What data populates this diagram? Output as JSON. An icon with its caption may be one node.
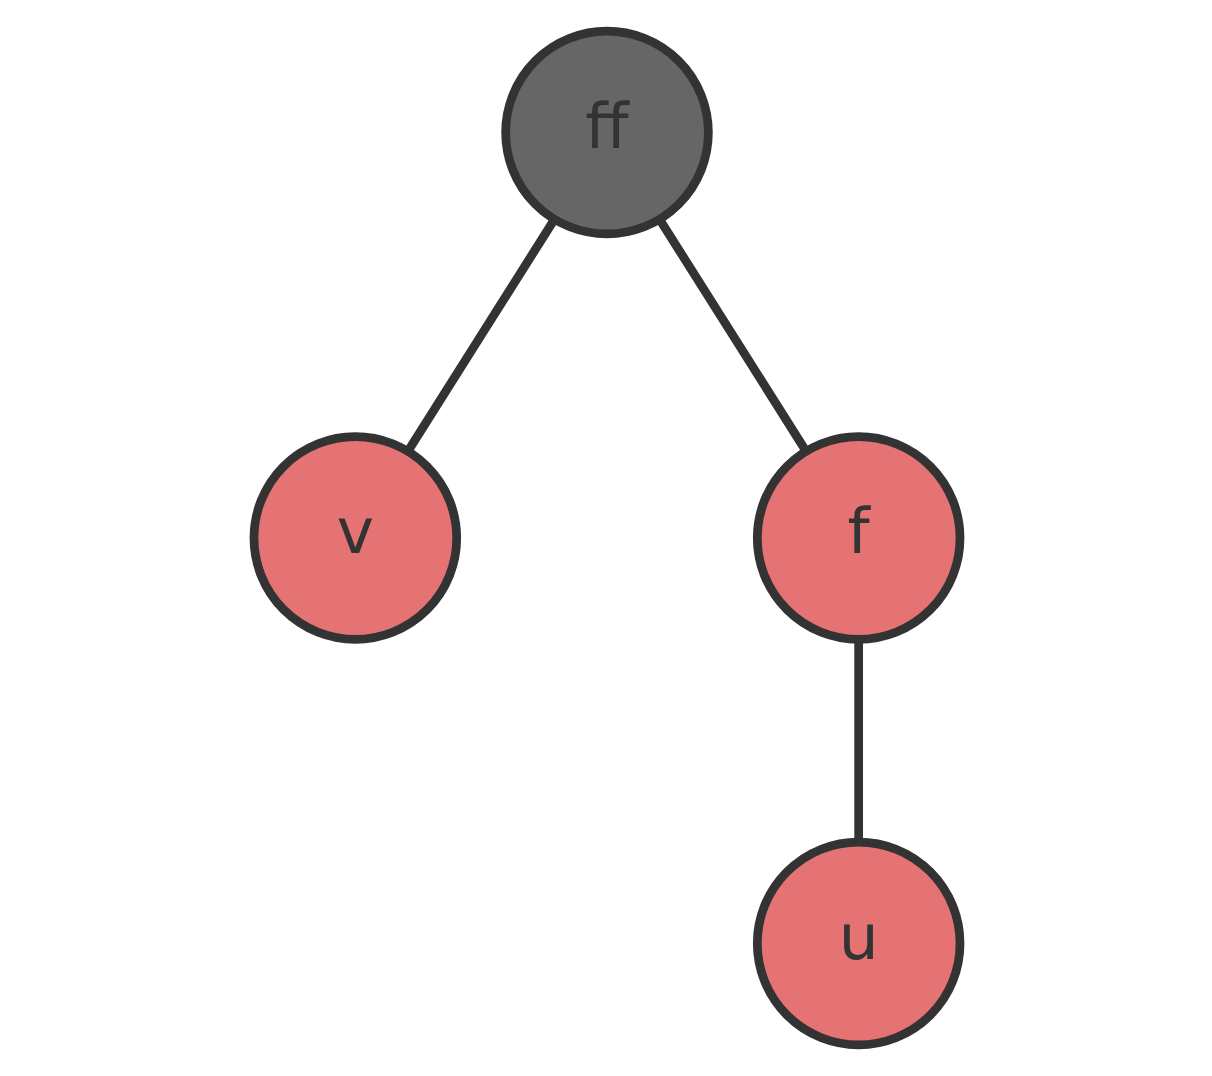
{
  "diagram": {
    "nodes": [
      {
        "text": [
          "ff"
        ]
      },
      {
        "text": [
          "v"
        ]
      },
      {
        "text": [
          "f"
        ]
      },
      {
        "text": [
          "u"
        ]
      }
    ],
    "edges": [
      {
        "from": 0,
        "to": 1,
        "arrow": "none"
      },
      {
        "from": 0,
        "to": 2,
        "arrow": "none"
      },
      {
        "from": 2,
        "to": 3,
        "arrow": "none"
      }
    ]
  }
}
